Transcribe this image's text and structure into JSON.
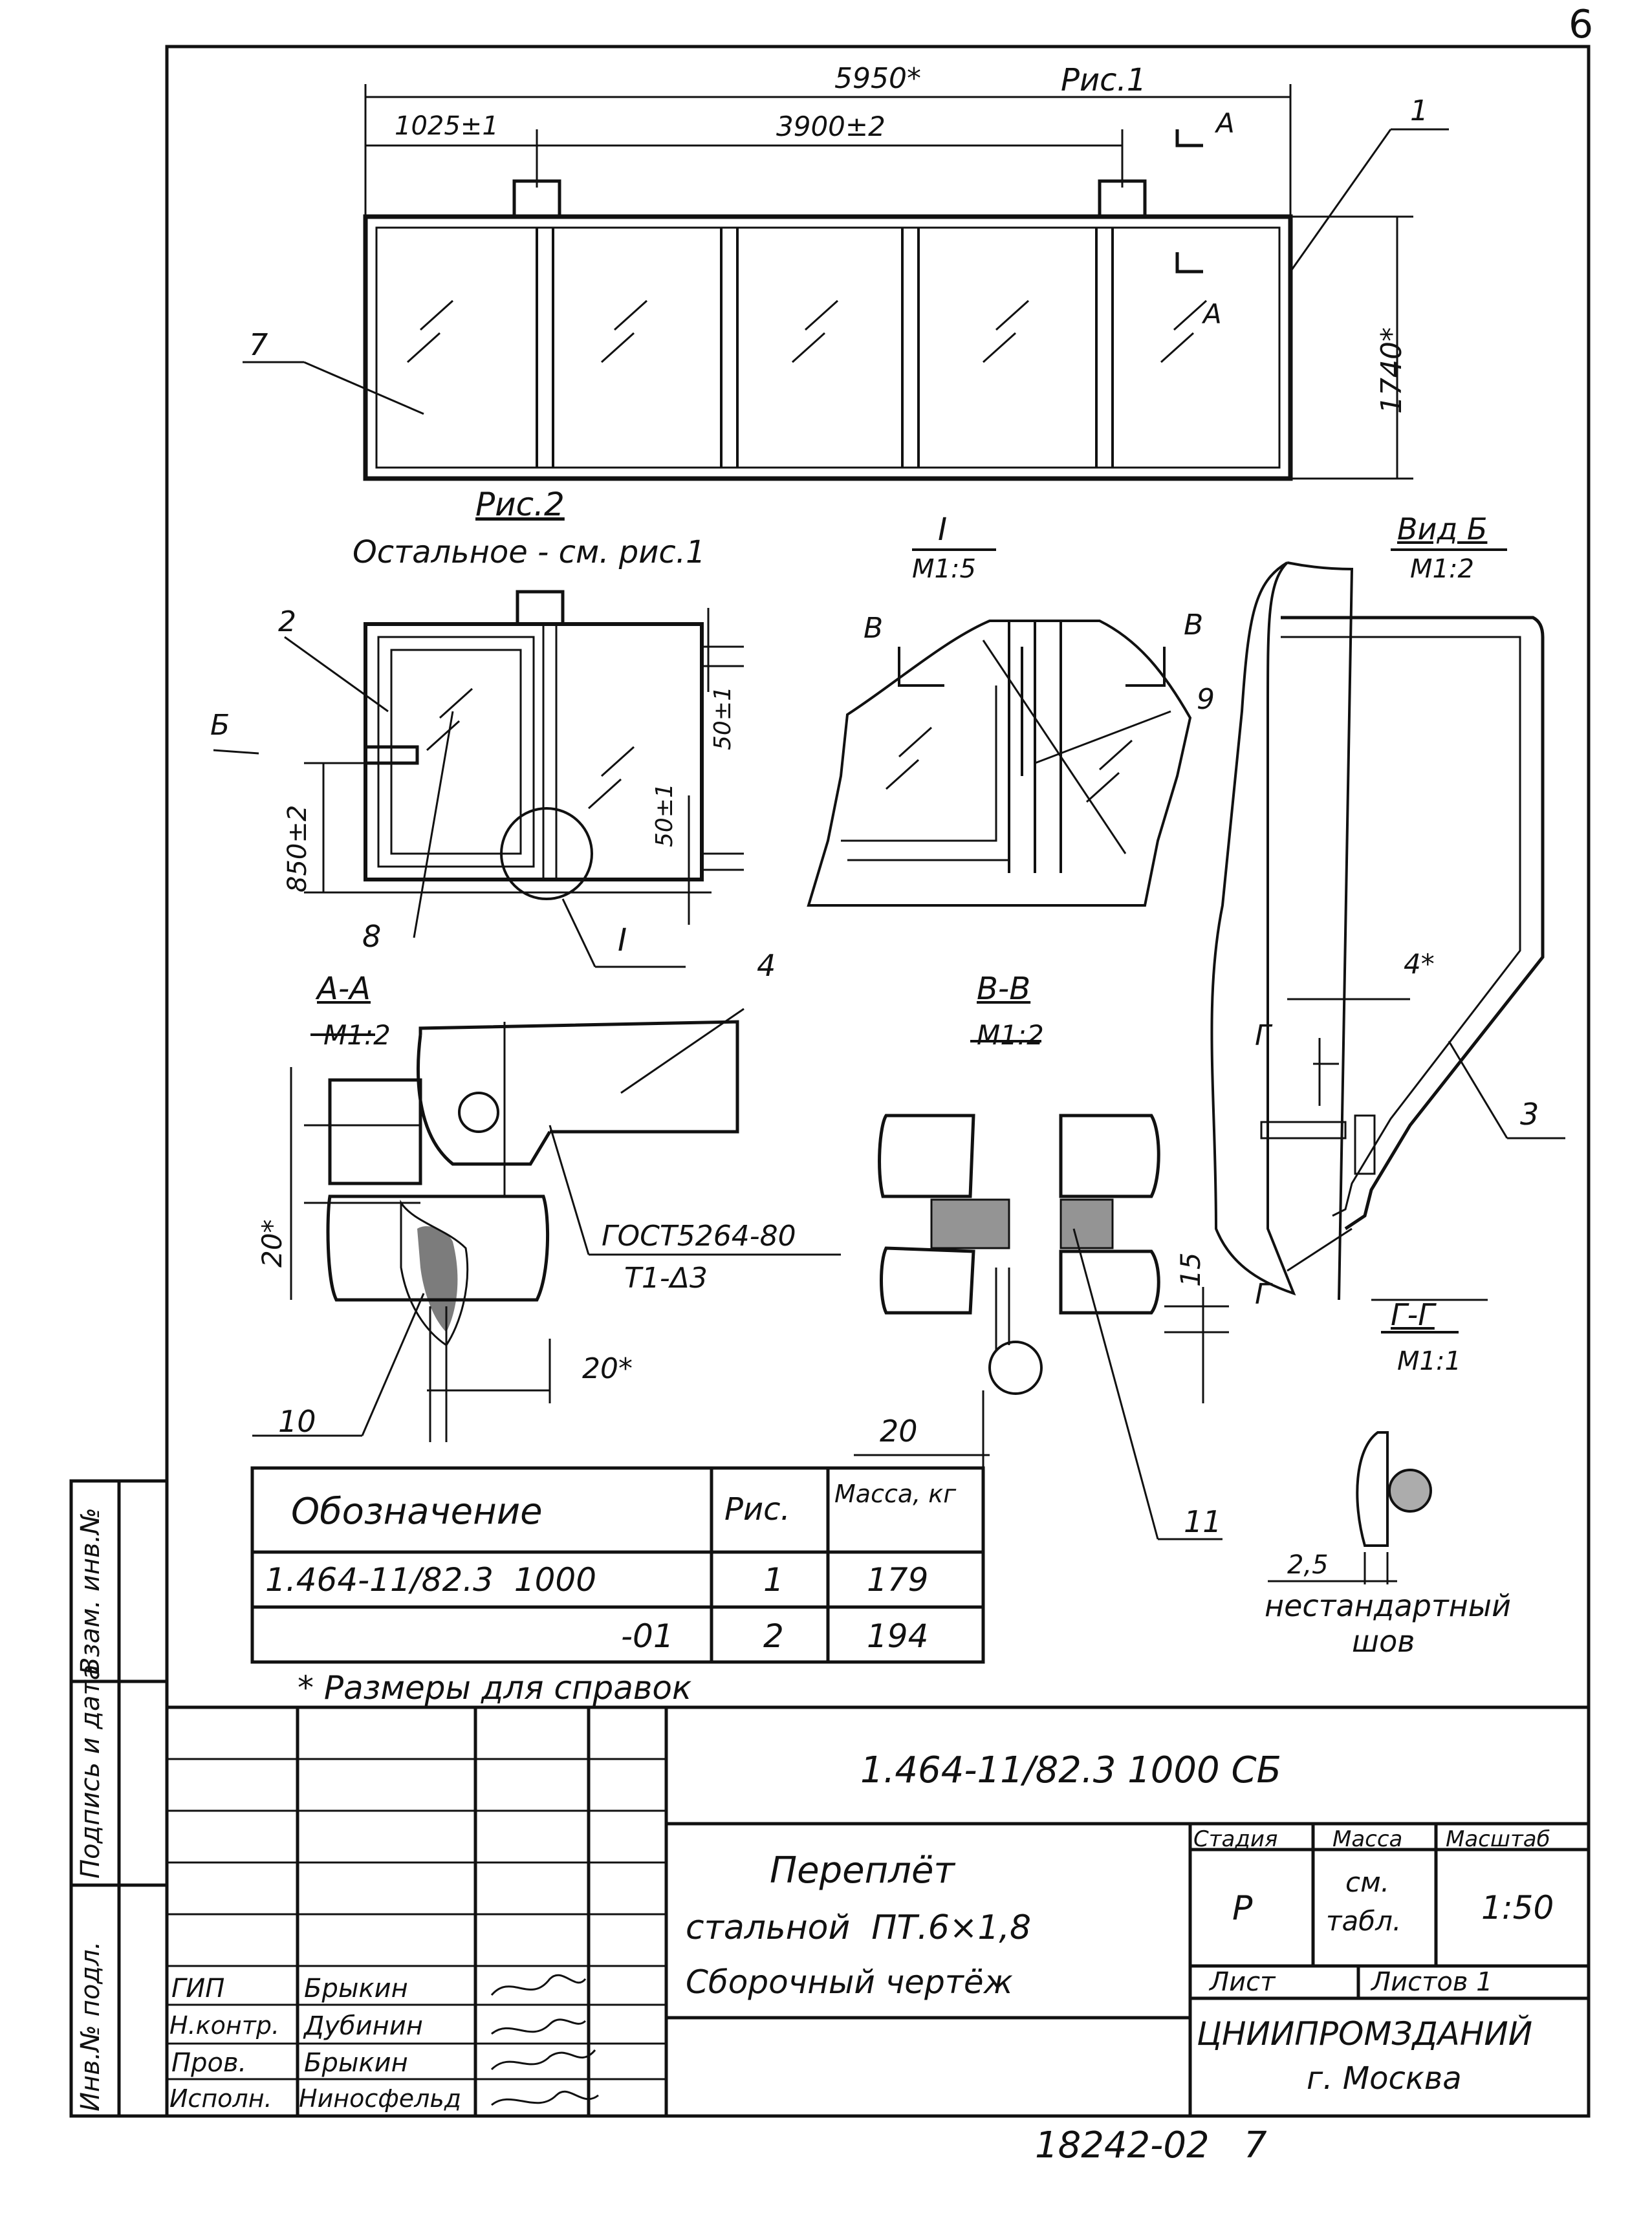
{
  "sheet_number": "6",
  "figures": {
    "fig1": {
      "title": "Рис.1",
      "dim_total": "5950*",
      "dim_left": "1025±1",
      "dim_middle": "3900±2",
      "dim_height": "1740*",
      "section_mark": "А",
      "callout_1": "1",
      "callout_7": "7"
    },
    "fig2": {
      "title": "Рис.2",
      "note": "Остальное - см. рис.1",
      "callout_2": "2",
      "callout_8": "8",
      "view_mark": "Б",
      "dim_850": "850±2",
      "dim_50_top": "50±1",
      "dim_50_bottom": "50±1",
      "detail_mark": "I"
    },
    "detail_I": {
      "title": "I",
      "scale": "М1:5",
      "section_B_left": "В",
      "section_B_right": "В",
      "callout_9": "9"
    },
    "view_B": {
      "title": "Вид Б",
      "scale": "М1:2",
      "dim_4": "4*",
      "callout_3": "3",
      "section_G_top": "Г",
      "section_G_bottom": "Г"
    },
    "section_AA": {
      "title": "А-А",
      "scale": "М1:2",
      "callout_4": "4",
      "standard": "ГОСТ5264-80",
      "weld": "Т1-Δ3",
      "dim_20_left": "20*",
      "dim_20_right": "20*",
      "callout_10": "10"
    },
    "section_BB": {
      "title": "В-В",
      "scale": "М1:2",
      "dim_15": "15",
      "dim_20": "20",
      "callout_11": "11"
    },
    "section_GG": {
      "title": "Г-Г",
      "scale": "М1:1",
      "dim_2_5": "2,5",
      "weld_note_1": "нестандартный",
      "weld_note_2": "шов"
    }
  },
  "spec_table": {
    "headers": [
      "Обозначение",
      "Рис.",
      "Масса, кг"
    ],
    "rows": [
      [
        "1.464-11/82.3  1000",
        "1",
        "179"
      ],
      [
        "-01",
        "2",
        "194"
      ]
    ]
  },
  "footnote": "* Размеры для справок",
  "title_block": {
    "doc_code": "1.464-11/82.3 1000 СБ",
    "title_line1": "Переплёт",
    "title_line2": "стальной  ПТ.6×1,8",
    "title_line3": "Сборочный чертёж",
    "stage_label": "Стадия",
    "mass_label": "Масса",
    "scale_label": "Масштаб",
    "stage_value": "Р",
    "mass_value_1": "см.",
    "mass_value_2": "табл.",
    "scale_value": "1:50",
    "sheet_label": "Лист",
    "sheets_label": "Листов 1",
    "org_line1": "ЦНИИПРОМЗДАНИЙ",
    "org_line2": "г. Москва",
    "signatures": [
      {
        "role": "ГИП",
        "name": "Брыкин"
      },
      {
        "role": "Н.контр.",
        "name": "Дубинин"
      },
      {
        "role": "Пров.",
        "name": "Брыкин"
      },
      {
        "role": "Исполн.",
        "name": "Ниносфельд"
      }
    ]
  },
  "side_stamp": [
    "Инв.№ подл.",
    "Подпись и дата",
    "Взам. инв.№"
  ],
  "bottom_code": "18242-02   7"
}
